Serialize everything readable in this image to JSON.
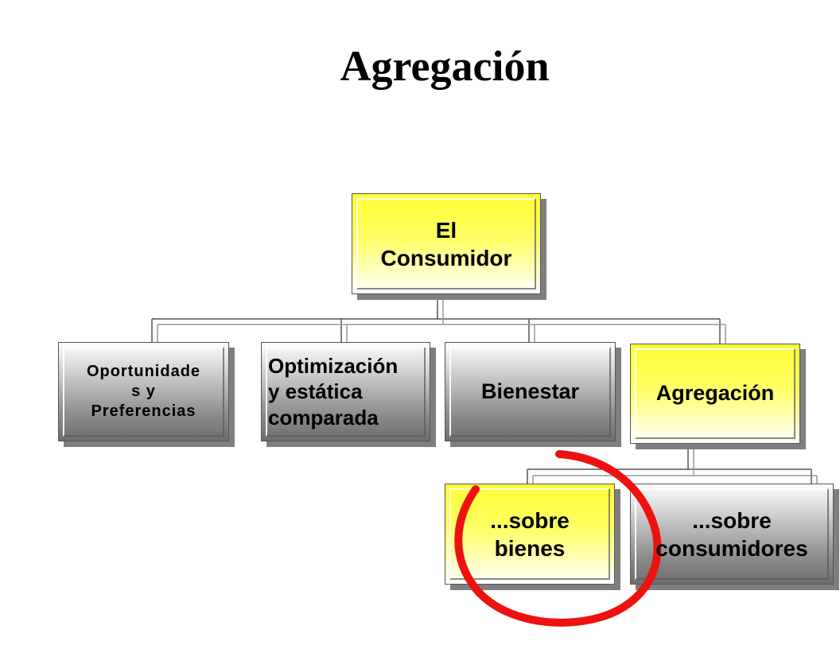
{
  "title": "Agregación",
  "nodes": {
    "root": "El\nConsumidor",
    "oportunidades": "Oportunidade\ns y\nPreferencias",
    "optimizacion": "Optimización\ny estática\ncomparada",
    "bienestar": "Bienestar",
    "agregacion": "Agregación",
    "sobre_bienes": "...sobre\nbienes",
    "sobre_consumidores": "...sobre\nconsumidores"
  },
  "colors": {
    "highlight_yellow": "#ffff33",
    "annotation_red": "#ee1111",
    "shadow_gray": "#7f7f7f"
  }
}
